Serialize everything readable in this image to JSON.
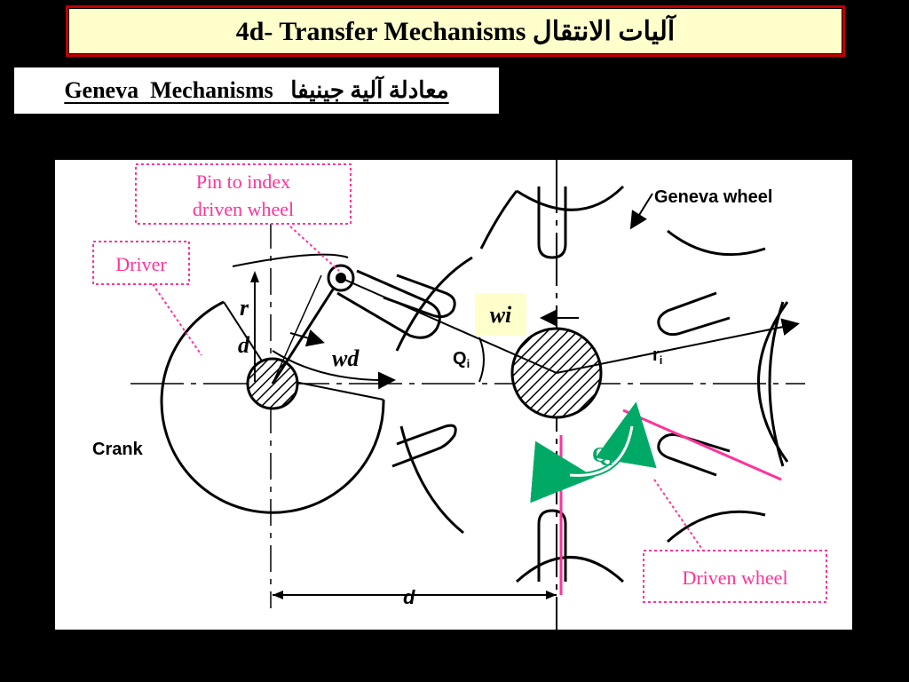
{
  "title": "4d- Transfer Mechanisms آليات الانتقال",
  "subtitle": "Geneva  Mechanisms   معادلة آلية جينيفا",
  "diagram": {
    "labels": {
      "pin": [
        "Pin to index",
        "driven wheel"
      ],
      "driver": "Driver",
      "geneva_wheel": "Geneva wheel",
      "crank": "Crank",
      "r": "r",
      "d_left": "d",
      "wd": "wd",
      "wi": "wi",
      "qi_sym": "Q",
      "qi_sub": "i",
      "ri_sym": "r",
      "ri_sub": "i",
      "qi_green": "Q",
      "qi_green_sub": "i",
      "driven_wheel": "Driven wheel",
      "d_bottom": "d"
    },
    "colors": {
      "callout": "#ff3399",
      "highlight_box": "#ffffcc",
      "green_arrow": "#00aa66",
      "pink_line": "#ff3399",
      "title_border": "#c00000"
    }
  }
}
